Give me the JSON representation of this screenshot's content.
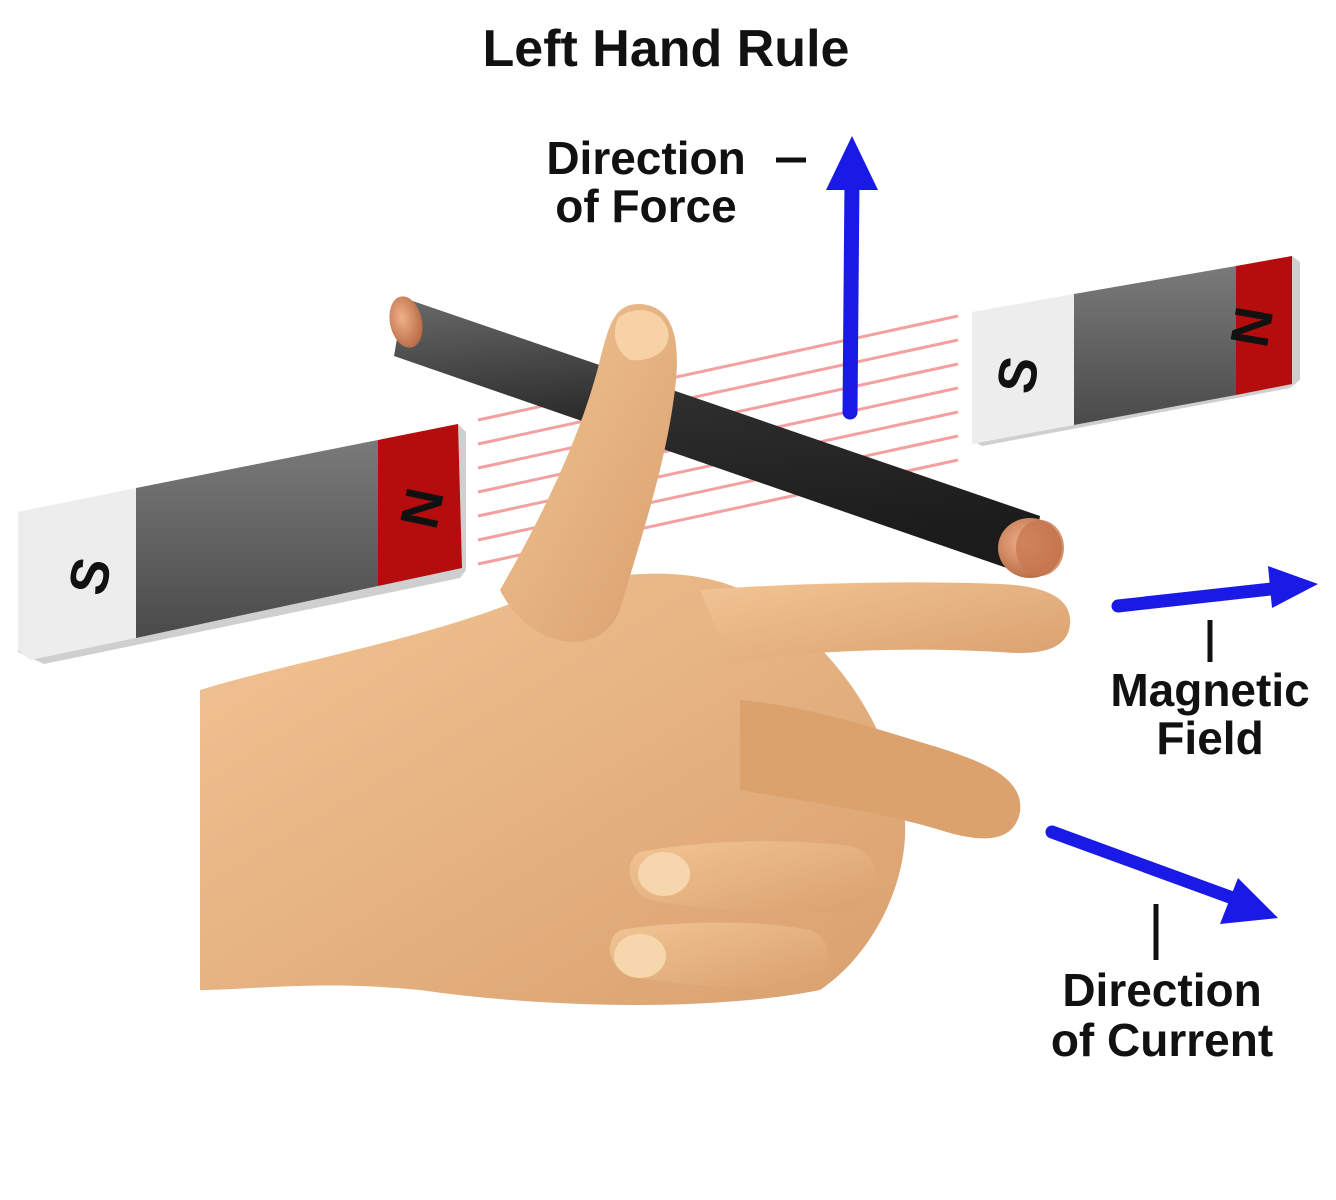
{
  "title": "Left Hand Rule",
  "labels": {
    "force_line1": "Direction",
    "force_line2": "of Force",
    "field_line1": "Magnetic",
    "field_line2": "Field",
    "current_line1": "Direction",
    "current_line2": "of Current"
  },
  "magnets": {
    "left": {
      "south": "S",
      "north": "N"
    },
    "right": {
      "south": "S",
      "north": "N"
    }
  },
  "colors": {
    "arrow": "#1a1ae6",
    "magnet_north": "#b50d0d",
    "magnet_body": "#5c5c5c",
    "magnet_south": "#eeeeee",
    "field_lines": "#f4a0a0",
    "conductor": "#3a3a3a",
    "copper": "#c87850",
    "skin": "#e8b486"
  },
  "icons": [
    "force-arrow",
    "magnetic-field-arrow",
    "current-arrow",
    "hand",
    "conductor-rod",
    "bar-magnet"
  ]
}
